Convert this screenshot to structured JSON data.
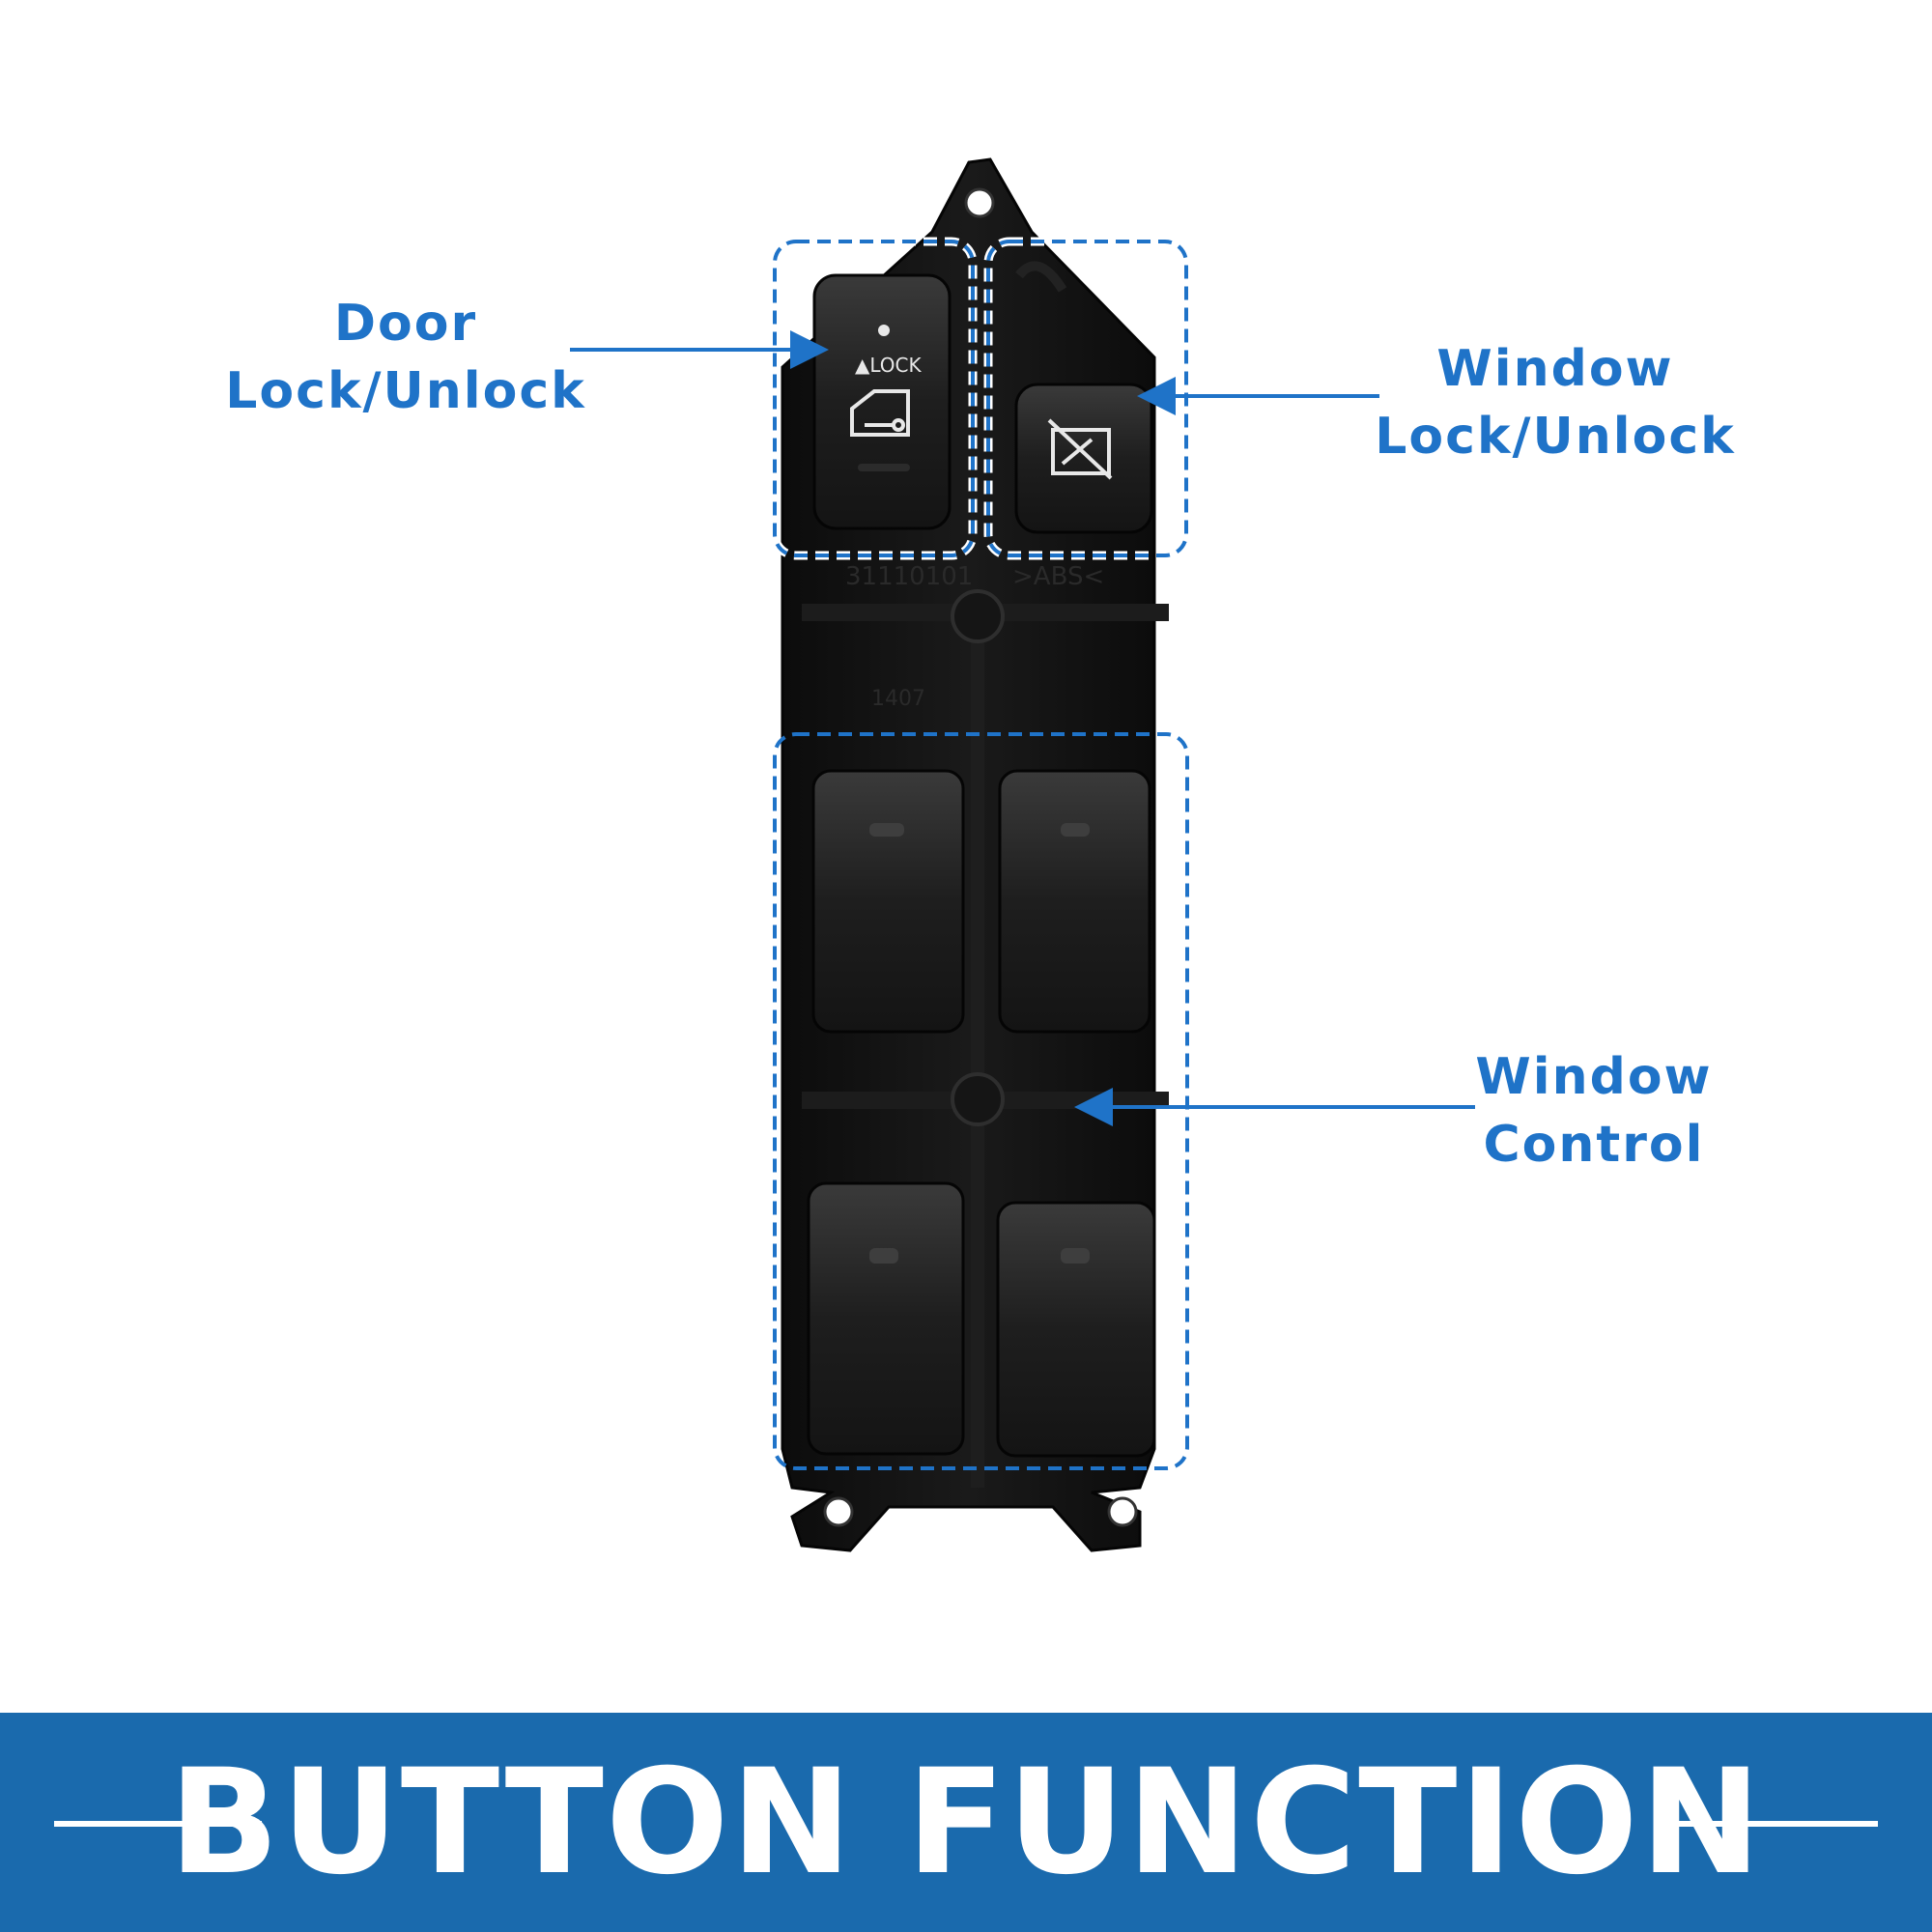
{
  "labels": {
    "door_lock": {
      "line1": "Door",
      "line2": "Lock/Unlock"
    },
    "window_lock": {
      "line1": "Window",
      "line2": "Lock/Unlock"
    },
    "window_control": {
      "line1": "Window",
      "line2": "Control"
    }
  },
  "switch_markings": {
    "lock_text": "▲LOCK",
    "part_number": "31110101",
    "material": ">ABS<",
    "date_code": "1407"
  },
  "banner": {
    "title": "BUTTON FUNCTION"
  },
  "colors": {
    "accent": "#1f73c8",
    "banner_bg": "#1a6aad",
    "switch_body": "#111111",
    "background": "#ffffff"
  },
  "icons": [
    "door-key-icon",
    "window-lock-icon",
    "arrow-icon"
  ]
}
